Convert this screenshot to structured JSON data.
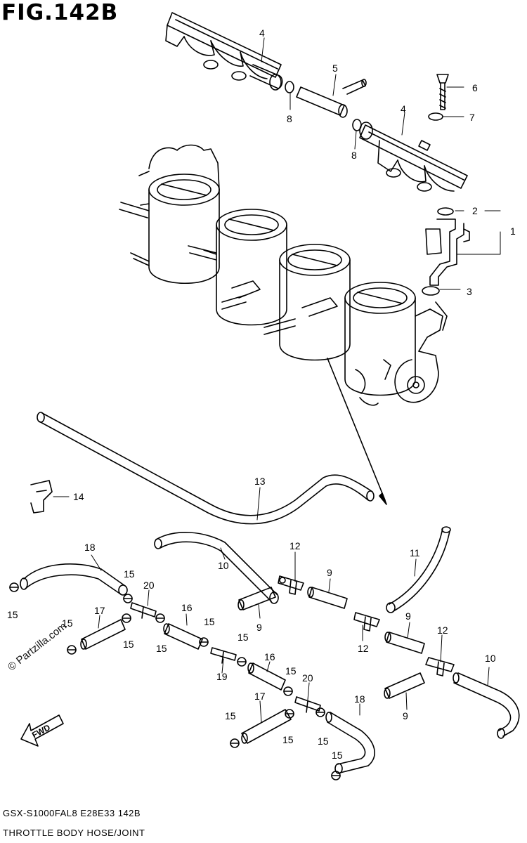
{
  "figure": {
    "title": "FIG.142B",
    "watermark": "© Partzilla.com",
    "model_line": "GSX-S1000FAL8  E28E33  142B",
    "caption": "THROTTLE BODY HOSE/JOINT",
    "fwd_label": "FWD"
  },
  "callouts": [
    "1",
    "2",
    "3",
    "4",
    "5",
    "6",
    "7",
    "8",
    "9",
    "10",
    "11",
    "12",
    "13",
    "14",
    "15",
    "16",
    "17",
    "18",
    "19",
    "20"
  ]
}
